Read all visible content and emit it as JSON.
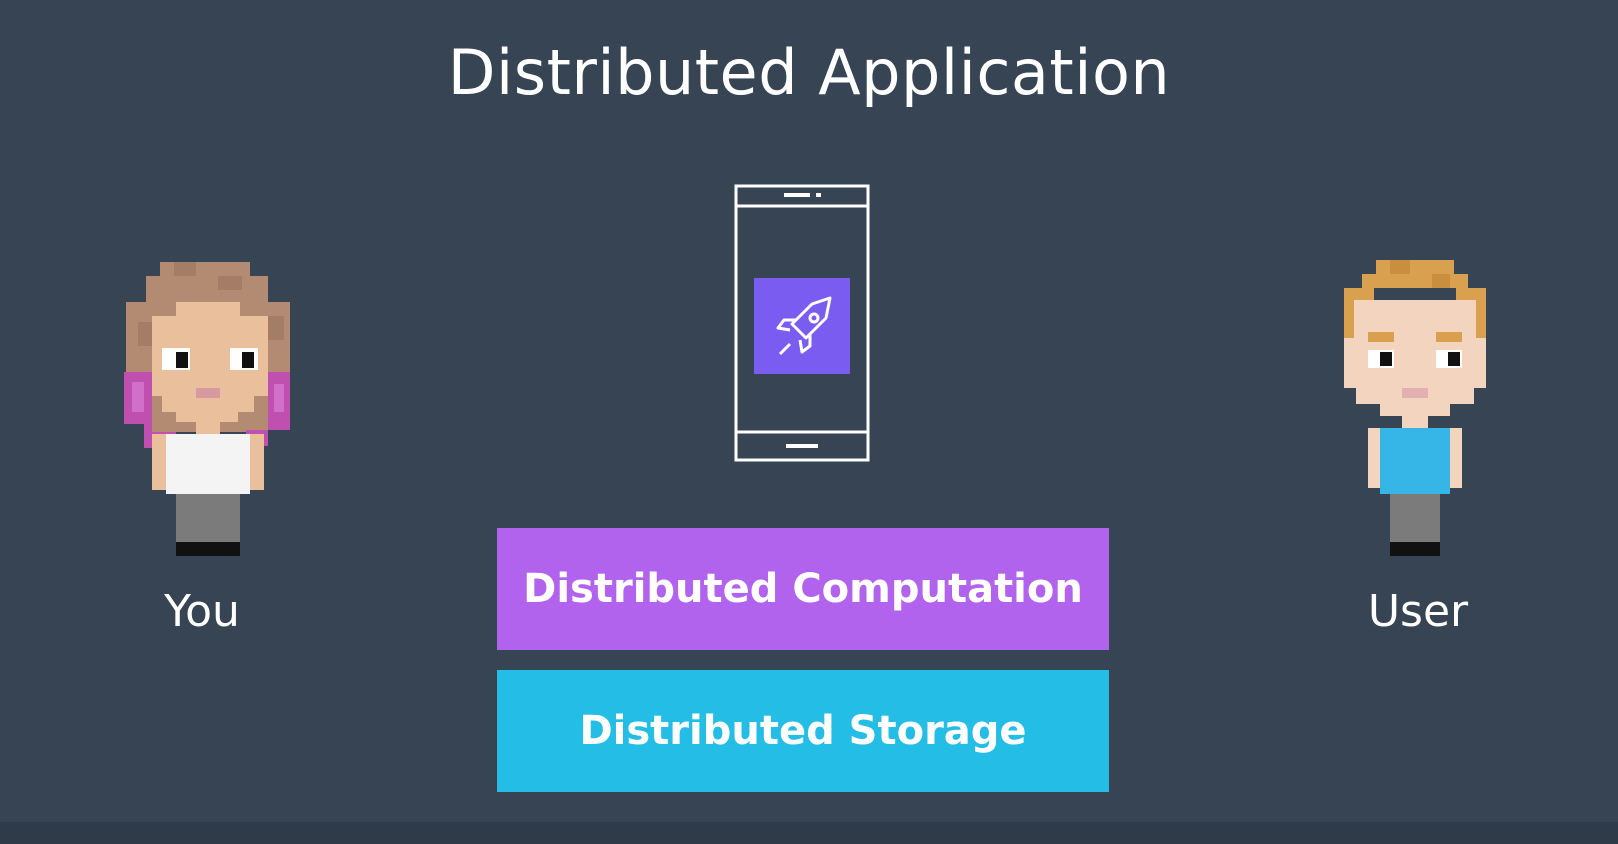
{
  "title": "Distributed Application",
  "people": {
    "you": {
      "label": "You"
    },
    "user": {
      "label": "User"
    }
  },
  "layers": {
    "computation": {
      "label": "Distributed Computation",
      "color": "#b163ee"
    },
    "storage": {
      "label": "Distributed Storage",
      "color": "#23bde6"
    }
  },
  "phone": {
    "icon": "rocket-icon",
    "icon_color": "#7b5cf0"
  },
  "colors": {
    "background": "#374453",
    "text": "#ffffff"
  }
}
